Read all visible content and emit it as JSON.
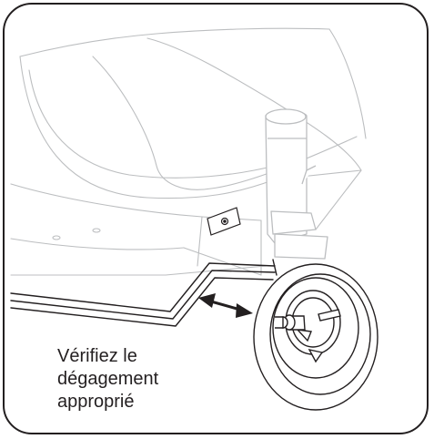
{
  "caption": {
    "lines": [
      "Vérifiez le",
      "dégagement",
      "approprié"
    ]
  },
  "illustration": {
    "subject-icon": "stroller-front-wheel-icon",
    "clearance-arrow-icon": "double-headed-arrow-icon"
  },
  "colors": {
    "line_dark": "#231f20",
    "line_light": "#bcbec0",
    "frame_border": "#231f20"
  }
}
